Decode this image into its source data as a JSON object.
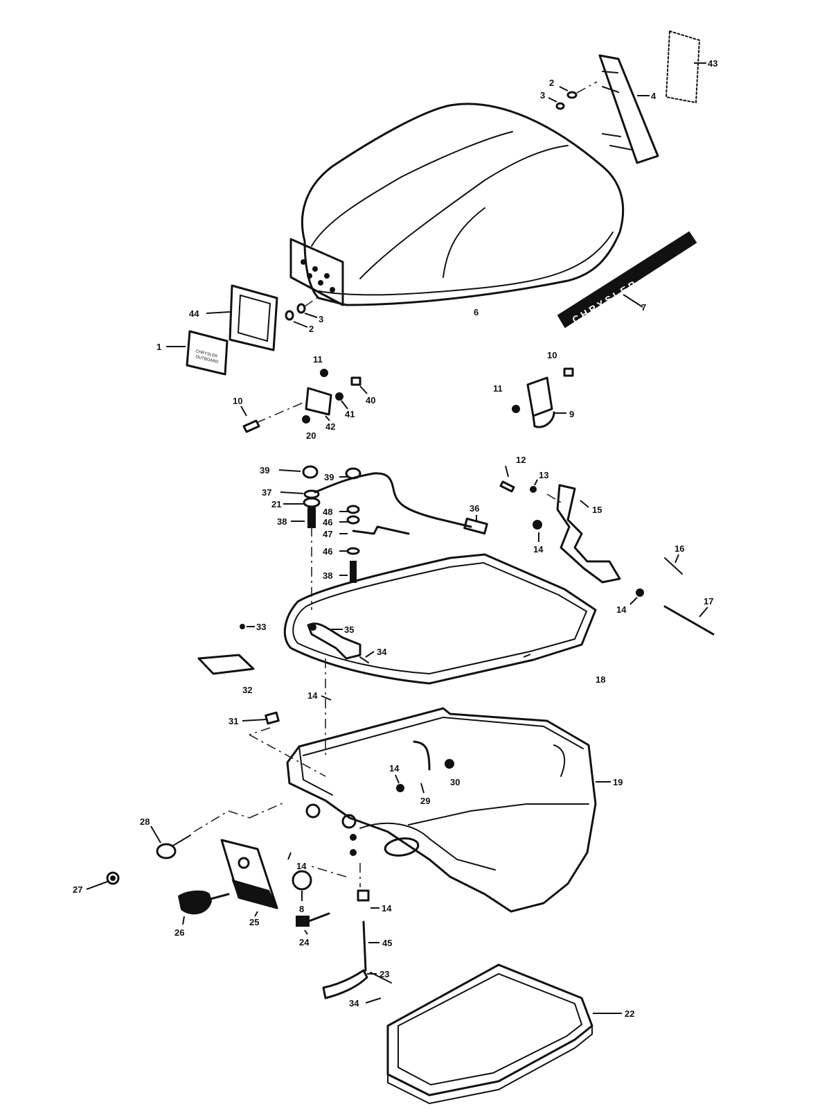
{
  "decals": {
    "brand": "CHRYSLER",
    "label_line1": "CHRYSLER",
    "label_line2": "OUTBOARD"
  },
  "callouts": [
    {
      "id": "c43",
      "label": "43"
    },
    {
      "id": "c2a",
      "label": "2"
    },
    {
      "id": "c3a",
      "label": "3"
    },
    {
      "id": "c4",
      "label": "4"
    },
    {
      "id": "c6",
      "label": "6"
    },
    {
      "id": "c7",
      "label": "7"
    },
    {
      "id": "c44",
      "label": "44"
    },
    {
      "id": "c3b",
      "label": "3"
    },
    {
      "id": "c2b",
      "label": "2"
    },
    {
      "id": "c1",
      "label": "1"
    },
    {
      "id": "c11a",
      "label": "11"
    },
    {
      "id": "c40",
      "label": "40"
    },
    {
      "id": "c41",
      "label": "41"
    },
    {
      "id": "c10a",
      "label": "10"
    },
    {
      "id": "c42",
      "label": "42"
    },
    {
      "id": "c20",
      "label": "20"
    },
    {
      "id": "c10b",
      "label": "10"
    },
    {
      "id": "c11b",
      "label": "11"
    },
    {
      "id": "c9",
      "label": "9"
    },
    {
      "id": "c39a",
      "label": "39"
    },
    {
      "id": "c37",
      "label": "37"
    },
    {
      "id": "c21",
      "label": "21"
    },
    {
      "id": "c38a",
      "label": "38"
    },
    {
      "id": "c39b",
      "label": "39"
    },
    {
      "id": "c48",
      "label": "48"
    },
    {
      "id": "c46a",
      "label": "46"
    },
    {
      "id": "c47",
      "label": "47"
    },
    {
      "id": "c46b",
      "label": "46"
    },
    {
      "id": "c38b",
      "label": "38"
    },
    {
      "id": "c36",
      "label": "36"
    },
    {
      "id": "c12",
      "label": "12"
    },
    {
      "id": "c13",
      "label": "13"
    },
    {
      "id": "c15",
      "label": "15"
    },
    {
      "id": "c14a",
      "label": "14"
    },
    {
      "id": "c16",
      "label": "16"
    },
    {
      "id": "c14b",
      "label": "14"
    },
    {
      "id": "c17",
      "label": "17"
    },
    {
      "id": "c33",
      "label": "33"
    },
    {
      "id": "c35",
      "label": "35"
    },
    {
      "id": "c34a",
      "label": "34"
    },
    {
      "id": "c32",
      "label": "32"
    },
    {
      "id": "c18",
      "label": "18"
    },
    {
      "id": "c14c",
      "label": "14"
    },
    {
      "id": "c31",
      "label": "31"
    },
    {
      "id": "c14d",
      "label": "14"
    },
    {
      "id": "c30",
      "label": "30"
    },
    {
      "id": "c29",
      "label": "29"
    },
    {
      "id": "c19",
      "label": "19"
    },
    {
      "id": "c28",
      "label": "28"
    },
    {
      "id": "c14e",
      "label": "14"
    },
    {
      "id": "c27",
      "label": "27"
    },
    {
      "id": "c8",
      "label": "8"
    },
    {
      "id": "c14f",
      "label": "14"
    },
    {
      "id": "c25",
      "label": "25"
    },
    {
      "id": "c26",
      "label": "26"
    },
    {
      "id": "c24",
      "label": "24"
    },
    {
      "id": "c45",
      "label": "45"
    },
    {
      "id": "c23",
      "label": "23"
    },
    {
      "id": "c34b",
      "label": "34"
    },
    {
      "id": "c22",
      "label": "22"
    }
  ]
}
